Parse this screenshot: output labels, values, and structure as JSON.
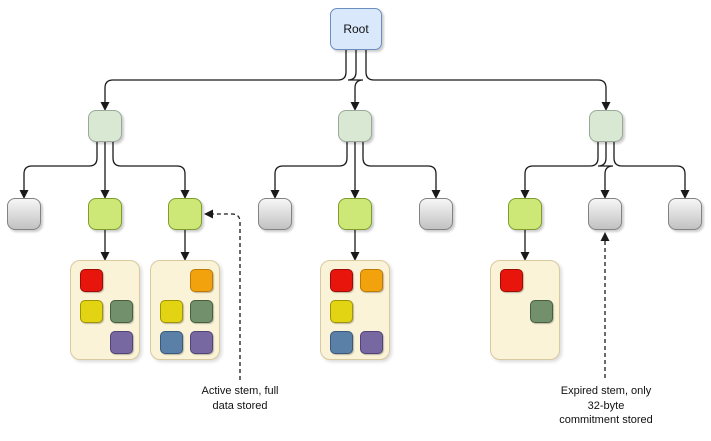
{
  "diagram": {
    "root": {
      "label": "Root",
      "fill": "#dae8fc",
      "border": "#6c8ebf"
    },
    "node_styles": {
      "stem": {
        "fill": "#d9e8d3",
        "border": "#9aa89a"
      },
      "active_leaf": {
        "fill": "#cde876",
        "border": "#7e9d2d"
      },
      "expired_leaf": {
        "fill_top": "#f6f6f6",
        "fill_bottom": "#c2c2c2",
        "border": "#828282"
      },
      "data_box": {
        "fill": "#fbf3d7",
        "border": "#d8caa0"
      }
    },
    "palette": {
      "red": {
        "fill": "#e8150d",
        "border": "#9e0b06"
      },
      "orange": {
        "fill": "#f2a20d",
        "border": "#bf7a06"
      },
      "yellow": {
        "fill": "#e2d313",
        "border": "#9e9406"
      },
      "green": {
        "fill": "#71906b",
        "border": "#465f40"
      },
      "blue": {
        "fill": "#5a80a8",
        "border": "#3a5a7d"
      },
      "purple": {
        "fill": "#7868a2",
        "border": "#51447a"
      }
    },
    "groups": [
      {
        "name": "stem-1",
        "leaves": [
          {
            "type": "expired"
          },
          {
            "type": "active",
            "box": "A"
          },
          {
            "type": "active",
            "box": "B"
          }
        ]
      },
      {
        "name": "stem-2",
        "leaves": [
          {
            "type": "expired"
          },
          {
            "type": "active",
            "box": "C"
          },
          {
            "type": "expired"
          }
        ]
      },
      {
        "name": "stem-3",
        "leaves": [
          {
            "type": "active",
            "box": "D"
          },
          {
            "type": "expired"
          },
          {
            "type": "expired"
          }
        ]
      }
    ],
    "boxes": {
      "A": [
        {
          "row": 0,
          "col": 0,
          "color": "red"
        },
        {
          "row": 1,
          "col": 0,
          "color": "yellow"
        },
        {
          "row": 1,
          "col": 1,
          "color": "green"
        },
        {
          "row": 2,
          "col": 1,
          "color": "purple"
        }
      ],
      "B": [
        {
          "row": 0,
          "col": 1,
          "color": "orange"
        },
        {
          "row": 1,
          "col": 0,
          "color": "yellow"
        },
        {
          "row": 1,
          "col": 1,
          "color": "green"
        },
        {
          "row": 2,
          "col": 0,
          "color": "blue"
        },
        {
          "row": 2,
          "col": 1,
          "color": "purple"
        }
      ],
      "C": [
        {
          "row": 0,
          "col": 0,
          "color": "red"
        },
        {
          "row": 0,
          "col": 1,
          "color": "orange"
        },
        {
          "row": 1,
          "col": 0,
          "color": "yellow"
        },
        {
          "row": 2,
          "col": 0,
          "color": "blue"
        },
        {
          "row": 2,
          "col": 1,
          "color": "purple"
        }
      ],
      "D": [
        {
          "row": 0,
          "col": 0,
          "color": "red"
        },
        {
          "row": 1,
          "col": 1,
          "color": "green"
        }
      ]
    },
    "annotations": [
      {
        "id": "active-stem-note",
        "text": "Active stem, full\ndata stored"
      },
      {
        "id": "expired-stem-note",
        "text": "Expired stem, only\n32-byte\ncommitment stored"
      }
    ]
  }
}
